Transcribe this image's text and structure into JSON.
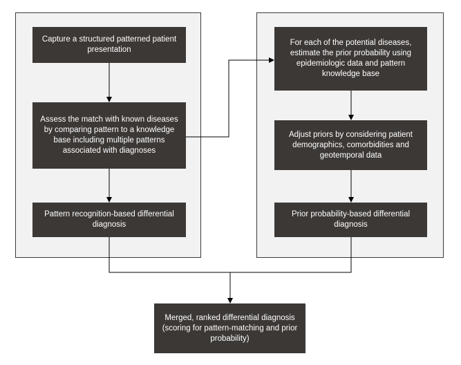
{
  "left_panel": {
    "boxes": [
      {
        "text": "Capture a structured patterned patient presentation"
      },
      {
        "text": "Assess the match with known diseases by comparing pattern to a knowledge base including multiple patterns associated with diagnoses"
      },
      {
        "text": "Pattern recognition-based differential diagnosis"
      }
    ]
  },
  "right_panel": {
    "boxes": [
      {
        "text": "For each of the potential diseases, estimate the prior probability using epidemiologic data and pattern knowledge base"
      },
      {
        "text": "Adjust priors by considering patient demographics, comorbidities and geotemporal data"
      },
      {
        "text": "Prior probability-based differential diagnosis"
      }
    ]
  },
  "merged": {
    "text": "Merged, ranked differential diagnosis (scoring for pattern-matching and prior probability)"
  },
  "colors": {
    "box_fill": "#3b3836",
    "box_text": "#ffffff",
    "panel_fill": "#f2f2f2",
    "line": "#000000"
  }
}
